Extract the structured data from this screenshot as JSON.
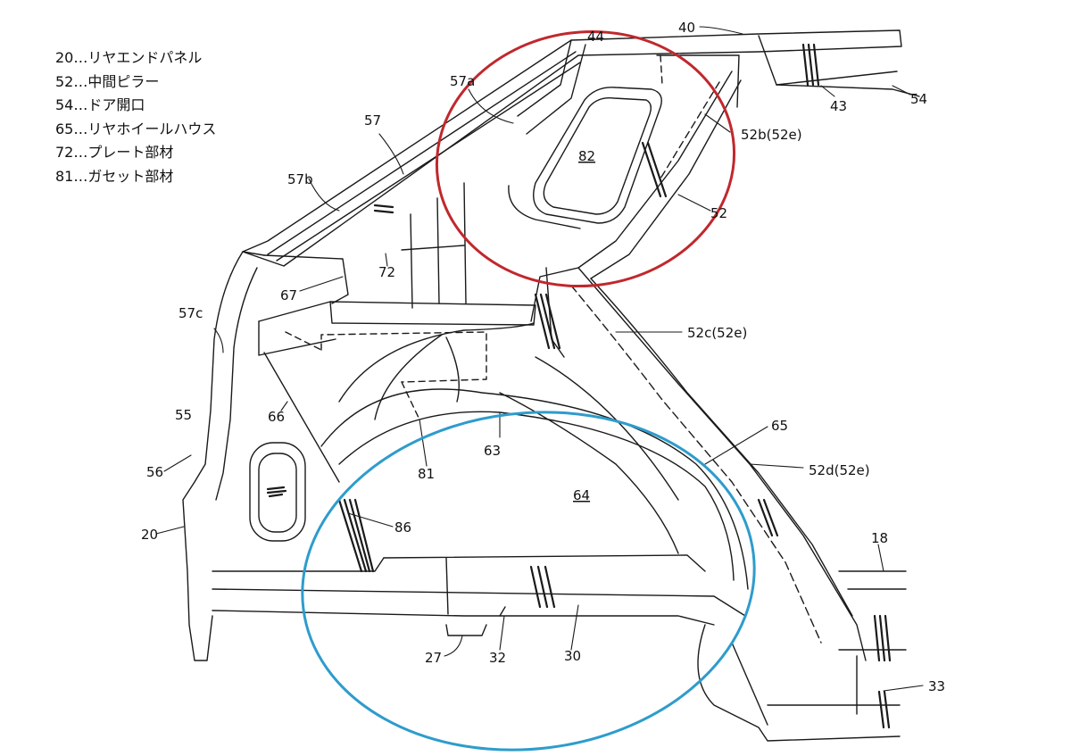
{
  "legend": [
    "20…リヤエンドパネル",
    "52…中間ピラー",
    "54…ドア開口",
    "65…リヤホイールハウス",
    "72…プレート部材",
    "81…ガセット部材"
  ],
  "labels": {
    "l40": "40",
    "l44": "44",
    "l43": "43",
    "l54": "54",
    "l57a": "57a",
    "l57": "57",
    "l57b": "57b",
    "l57c": "57c",
    "l82": "82",
    "l52b": "52b(52e)",
    "l52": "52",
    "l72": "72",
    "l67": "67",
    "l52c": "52c(52e)",
    "l55": "55",
    "l66": "66",
    "l56": "56",
    "l65": "65",
    "l63": "63",
    "l81": "81",
    "l52d": "52d(52e)",
    "l64": "64",
    "l20": "20",
    "l86": "86",
    "l18": "18",
    "l27": "27",
    "l32": "32",
    "l30": "30",
    "l33": "33"
  },
  "colors": {
    "highlight_red": "#c0282d",
    "highlight_blue": "#2e9ccc",
    "line": "#1a1a1a"
  }
}
